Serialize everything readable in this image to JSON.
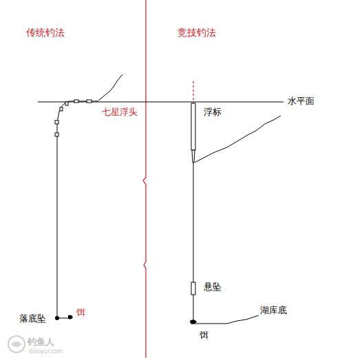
{
  "diagram": {
    "labels": [
      "传统钓法",
      "竞技钓法",
      "水平面",
      "七星浮头",
      "浮标",
      "悬坠",
      "湖库底",
      "落底坠",
      "饵",
      "饵",
      "钓鱼人",
      "diaoyur.com"
    ]
  }
}
